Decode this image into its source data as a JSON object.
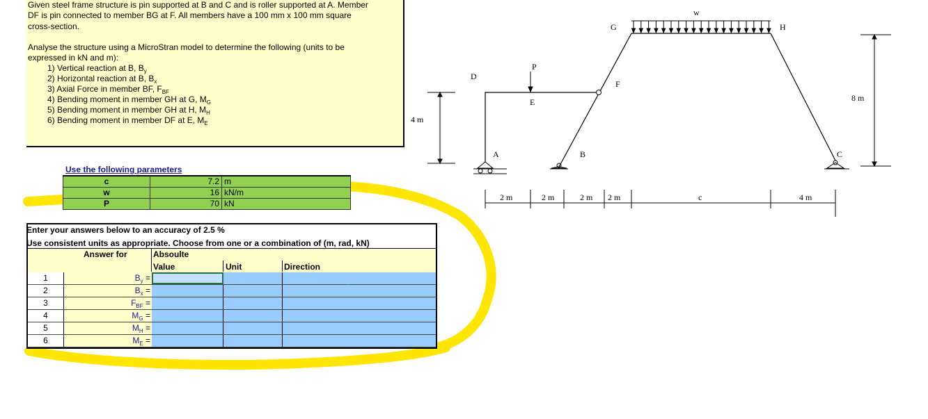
{
  "problem": {
    "lines": [
      "Given steel frame structure is pin supported at B and C and is roller supported at A. Member",
      "DF is pin connected to member BG at F. All members have a 100  mm x 100 mm square",
      "cross-section."
    ],
    "analyse_lines": [
      "Analyse the structure using a MicroStran model to determine the following (units to be",
      "expressed in kN and m):"
    ],
    "items": [
      {
        "text": "1) Vertical reaction at B,  B",
        "sub": "y"
      },
      {
        "text": "2) Horizontal reaction at B, B",
        "sub": "x"
      },
      {
        "text": "3) Axial Force in member BF, F",
        "sub": "BF"
      },
      {
        "text": "4) Bending moment in member GH at G, M",
        "sub": "G"
      },
      {
        "text": "5) Bending moment in member GH at H, M",
        "sub": "H"
      },
      {
        "text": "6) Bending moment in member DF at E, M",
        "sub": "E"
      }
    ]
  },
  "params": {
    "title": "Use the following parameters",
    "rows": [
      {
        "symbol": "c",
        "value": "7.2",
        "unit": "m"
      },
      {
        "symbol": "w",
        "value": "16",
        "unit": "kN/m"
      },
      {
        "symbol": "P",
        "value": "70",
        "unit": "kN"
      }
    ]
  },
  "answers": {
    "instruction1": "Enter your answers below to an accuracy of 2.5 %",
    "instruction2": "Use consistent units as appropriate.  Choose from one or a combination of  (m, rad,  kN)",
    "header_answer_for": "Answer for",
    "header_absolute": "Absoulte",
    "header_value": "Value",
    "header_unit": "Unit",
    "header_direction": "Direction",
    "rows": [
      {
        "num": "1",
        "label": "B",
        "sub": "y",
        "eq": " ="
      },
      {
        "num": "2",
        "label": "B",
        "sub": "x",
        "eq": " ="
      },
      {
        "num": "3",
        "label": "F",
        "sub": "BF",
        "eq": " ="
      },
      {
        "num": "4",
        "label": "M",
        "sub": "G",
        "eq": " ="
      },
      {
        "num": "5",
        "label": "M",
        "sub": "H",
        "eq": " ="
      },
      {
        "num": "6",
        "label": "M",
        "sub": "E",
        "eq": " ="
      }
    ]
  },
  "diagram": {
    "labels": {
      "w": "w",
      "G": "G",
      "H": "H",
      "P": "P",
      "D": "D",
      "F": "F",
      "E": "E",
      "A": "A",
      "B": "B",
      "C": "C",
      "dim_8m": "8 m",
      "dim_4m_v": "4 m"
    },
    "dims": [
      "2 m",
      "2 m",
      "2 m",
      "2 m",
      "c",
      "4 m"
    ]
  },
  "colors": {
    "problem_bg": "#ffffcc",
    "param_bg": "#92d050",
    "input_bg": "#99ccff",
    "highlight": "#ffe600"
  }
}
